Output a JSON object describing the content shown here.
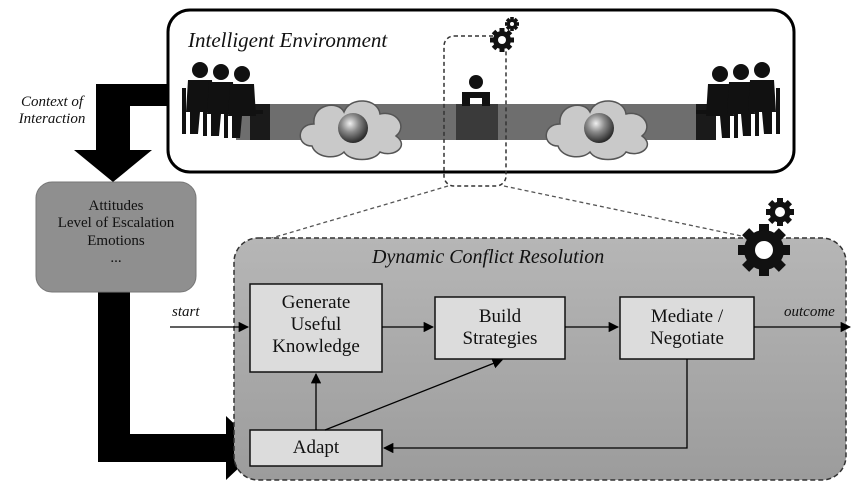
{
  "environment": {
    "title": "Intelligent Environment"
  },
  "context_label": {
    "line1": "Context of",
    "line2": "Interaction"
  },
  "factors_box": {
    "items": [
      "Attitudes",
      "Level of Escalation",
      "Emotions",
      "..."
    ]
  },
  "dcr_panel": {
    "title": "Dynamic Conflict Resolution"
  },
  "flow": {
    "start_label": "start",
    "outcome_label": "outcome",
    "generate": [
      "Generate",
      "Useful",
      "Knowledge"
    ],
    "build": [
      "Build",
      "Strategies"
    ],
    "mediate": [
      "Mediate /",
      "Negotiate"
    ],
    "adapt": "Adapt"
  },
  "icons": [
    "gear-icon",
    "person-icon",
    "group-icon",
    "cloud-icon",
    "globe-icon"
  ],
  "colors": {
    "panel_fill": "#a8a8a8",
    "factors_fill": "#8f8f8f",
    "process_fill": "#dcdcdc",
    "band_fill": "#6e6e6e",
    "arrow_fill": "#000000"
  }
}
